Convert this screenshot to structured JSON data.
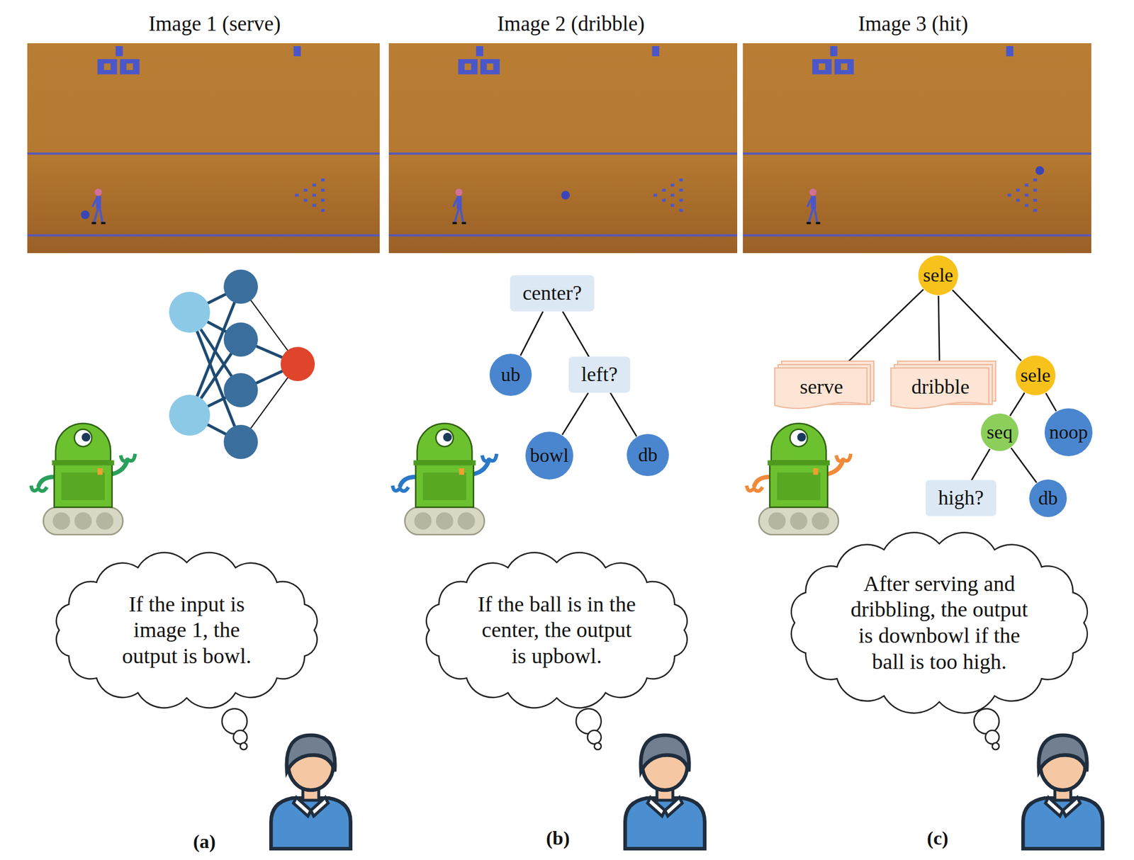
{
  "diagram": {
    "nodes": [
      {
        "text": [
          "If the input is image 1, the output is bowl."
        ]
      },
      {
        "text": [
          "center?"
        ]
      },
      {
        "text": [
          "ub"
        ]
      },
      {
        "text": [
          "left?"
        ]
      },
      {
        "text": [
          "bowl"
        ]
      },
      {
        "text": [
          "db"
        ]
      },
      {
        "text": [
          "If the ball is in the center, the output is upbowl."
        ]
      },
      {
        "text": [
          "sele"
        ]
      },
      {
        "text": [
          "serve"
        ]
      },
      {
        "text": [
          "dribble"
        ]
      },
      {
        "text": [
          "sele"
        ]
      },
      {
        "text": [
          "seq"
        ]
      },
      {
        "text": [
          "noop"
        ]
      },
      {
        "text": [
          "high?"
        ]
      },
      {
        "text": [
          "db"
        ]
      },
      {
        "text": [
          "After serving and dribbling, the output is downbowl if the ball is too high."
        ]
      }
    ],
    "edges": [
      {
        "from": 1,
        "to": 2,
        "arrow": "none"
      },
      {
        "from": 1,
        "to": 3,
        "arrow": "none"
      },
      {
        "from": 3,
        "to": 4,
        "arrow": "none"
      },
      {
        "from": 3,
        "to": 5,
        "arrow": "none"
      },
      {
        "from": 7,
        "to": 8,
        "arrow": "none"
      },
      {
        "from": 7,
        "to": 9,
        "arrow": "none"
      },
      {
        "from": 7,
        "to": 10,
        "arrow": "none"
      },
      {
        "from": 10,
        "to": 11,
        "arrow": "none"
      },
      {
        "from": 10,
        "to": 12,
        "arrow": "none"
      },
      {
        "from": 11,
        "to": 13,
        "arrow": "none"
      },
      {
        "from": 11,
        "to": 14,
        "arrow": "none"
      }
    ],
    "labels": [
      "Image 1 (serve)",
      "Image 2 (dribble)",
      "Image 3 (hit)",
      "(a)",
      "(b)",
      "(c)"
    ]
  }
}
